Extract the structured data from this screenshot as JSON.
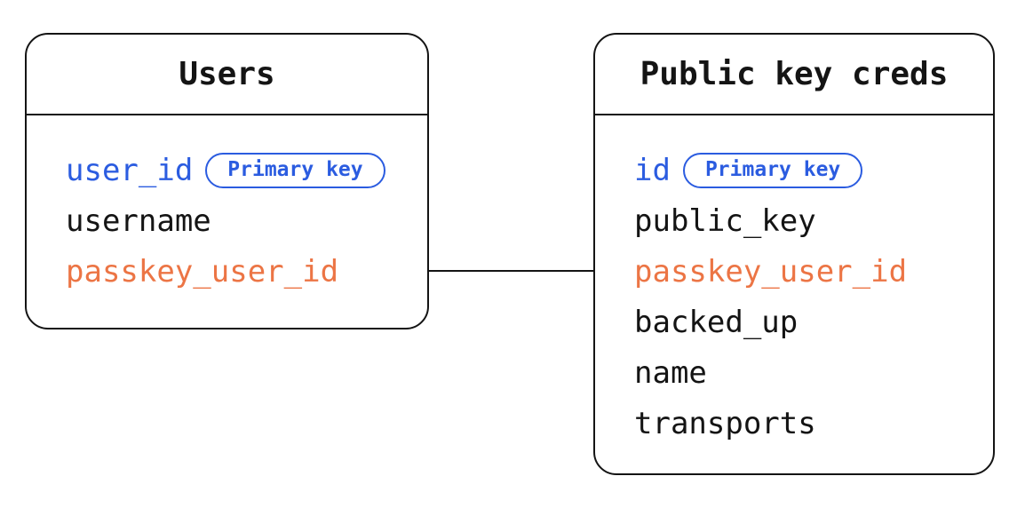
{
  "diagram": {
    "type": "entity-relationship",
    "colors": {
      "background": "#ffffff",
      "line": "#141414",
      "text": "#141414",
      "primary_key_blue": "#2b5ce0",
      "foreign_key_orange": "#ec7545"
    },
    "tables": [
      {
        "title": "Users",
        "fields": [
          {
            "label": "user_id",
            "role": "primary-key",
            "badge": "Primary key"
          },
          {
            "label": "username",
            "role": "regular"
          },
          {
            "label": "passkey_user_id",
            "role": "foreign-key"
          }
        ]
      },
      {
        "title": "Public key creds",
        "fields": [
          {
            "label": "id",
            "role": "primary-key",
            "badge": "Primary key"
          },
          {
            "label": "public_key",
            "role": "regular"
          },
          {
            "label": "passkey_user_id",
            "role": "foreign-key"
          },
          {
            "label": "backed_up",
            "role": "regular"
          },
          {
            "label": "name",
            "role": "regular"
          },
          {
            "label": "transports",
            "role": "regular"
          }
        ]
      }
    ],
    "connector": {
      "from_table": "Users",
      "from_field": "passkey_user_id",
      "to_table": "Public key creds",
      "to_field": "passkey_user_id"
    }
  }
}
